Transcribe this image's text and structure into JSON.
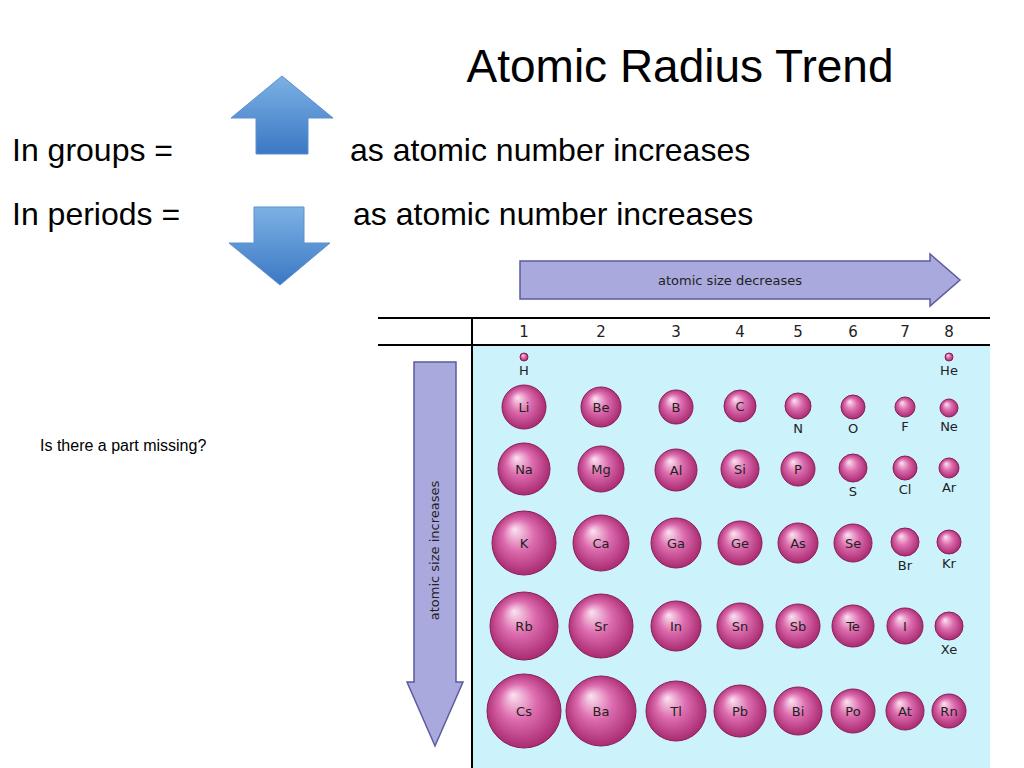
{
  "diagram": {
    "title": "Atomic Radius Trend",
    "nodes": [
      {
        "text": [
          "atomic size decreases"
        ]
      },
      {
        "text": [
          "atomic size increases"
        ]
      },
      {
        "text": [
          "H"
        ]
      },
      {
        "text": [
          "He"
        ]
      },
      {
        "text": [
          "Li"
        ]
      },
      {
        "text": [
          "Be"
        ]
      },
      {
        "text": [
          "B"
        ]
      },
      {
        "text": [
          "C"
        ]
      },
      {
        "text": [
          "N"
        ]
      },
      {
        "text": [
          "O"
        ]
      },
      {
        "text": [
          "F"
        ]
      },
      {
        "text": [
          "Ne"
        ]
      },
      {
        "text": [
          "Na"
        ]
      },
      {
        "text": [
          "Mg"
        ]
      },
      {
        "text": [
          "Al"
        ]
      },
      {
        "text": [
          "Si"
        ]
      },
      {
        "text": [
          "P"
        ]
      },
      {
        "text": [
          "S"
        ]
      },
      {
        "text": [
          "Cl"
        ]
      },
      {
        "text": [
          "Ar"
        ]
      },
      {
        "text": [
          "K"
        ]
      },
      {
        "text": [
          "Ca"
        ]
      },
      {
        "text": [
          "Ga"
        ]
      },
      {
        "text": [
          "Ge"
        ]
      },
      {
        "text": [
          "As"
        ]
      },
      {
        "text": [
          "Se"
        ]
      },
      {
        "text": [
          "Br"
        ]
      },
      {
        "text": [
          "Kr"
        ]
      },
      {
        "text": [
          "Rb"
        ]
      },
      {
        "text": [
          "Sr"
        ]
      },
      {
        "text": [
          "In"
        ]
      },
      {
        "text": [
          "Sn"
        ]
      },
      {
        "text": [
          "Sb"
        ]
      },
      {
        "text": [
          "Te"
        ]
      },
      {
        "text": [
          "I"
        ]
      },
      {
        "text": [
          "Xe"
        ]
      },
      {
        "text": [
          "Cs"
        ]
      },
      {
        "text": [
          "Ba"
        ]
      },
      {
        "text": [
          "Tl"
        ]
      },
      {
        "text": [
          "Pb"
        ]
      },
      {
        "text": [
          "Bi"
        ]
      },
      {
        "text": [
          "Po"
        ]
      },
      {
        "text": [
          "At"
        ]
      },
      {
        "text": [
          "Rn"
        ]
      }
    ],
    "labels": [
      "In groups =",
      "as atomic number increases",
      "In periods =",
      "as atomic number increases",
      "Is there a part missing?",
      "1",
      "2",
      "3",
      "4",
      "5",
      "6",
      "7",
      "8"
    ]
  }
}
